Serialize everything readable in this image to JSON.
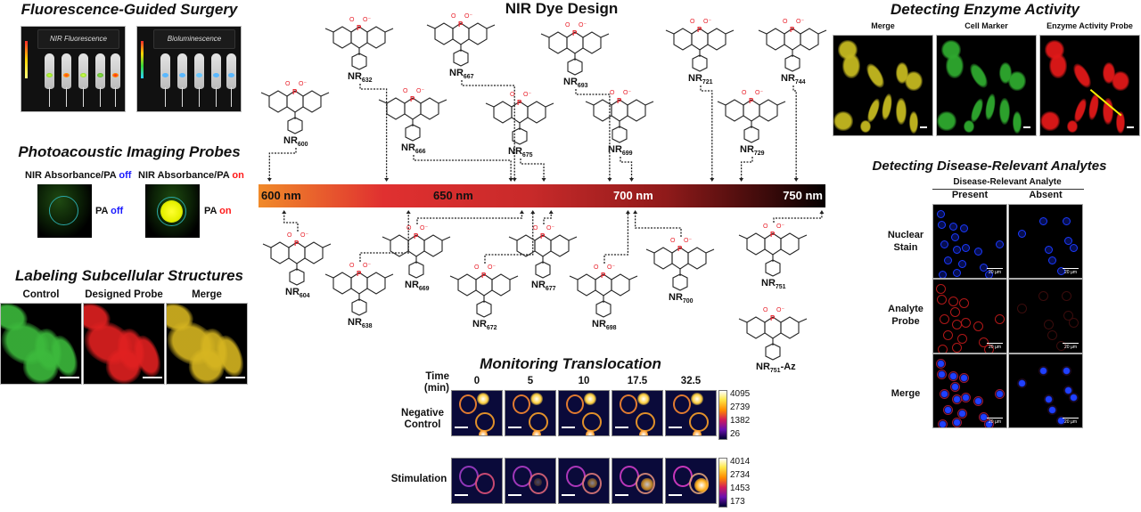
{
  "sections": {
    "surgery": {
      "title": "Fluorescence-Guided Surgery",
      "panels": [
        "NIR Fluorescence",
        "Bioluminescence"
      ]
    },
    "photoacoustic": {
      "title": "Photoacoustic Imaging Probes",
      "off_header_prefix": "NIR Absorbance/PA ",
      "off_header_state": "off",
      "on_header_prefix": "NIR Absorbance/PA ",
      "on_header_state": "on",
      "off_label_prefix": "PA ",
      "off_label_state": "off",
      "on_label_prefix": "PA ",
      "on_label_state": "on"
    },
    "subcellular": {
      "title": "Labeling Subcellular Structures",
      "columns": [
        "Control",
        "Designed Probe",
        "Merge"
      ]
    },
    "dye_design": {
      "title": "NIR Dye Design",
      "wavelength_labels": [
        "600 nm",
        "650 nm",
        "700 nm",
        "750 nm"
      ],
      "spectrum_range_nm": [
        597,
        752
      ],
      "dyes_top": [
        {
          "prefix": "NR",
          "sub": "600",
          "nm": 600
        },
        {
          "prefix": "NR",
          "sub": "632",
          "nm": 632
        },
        {
          "prefix": "NR",
          "sub": "666",
          "nm": 666
        },
        {
          "prefix": "NR",
          "sub": "667",
          "nm": 667
        },
        {
          "prefix": "NR",
          "sub": "675",
          "nm": 675
        },
        {
          "prefix": "NR",
          "sub": "693",
          "nm": 693
        },
        {
          "prefix": "NR",
          "sub": "699",
          "nm": 699
        },
        {
          "prefix": "NR",
          "sub": "721",
          "nm": 721
        },
        {
          "prefix": "NR",
          "sub": "729",
          "nm": 729
        },
        {
          "prefix": "NR",
          "sub": "744",
          "nm": 744
        }
      ],
      "dyes_bottom": [
        {
          "prefix": "NR",
          "sub": "604",
          "nm": 604
        },
        {
          "prefix": "NR",
          "sub": "638",
          "nm": 638
        },
        {
          "prefix": "NR",
          "sub": "669",
          "nm": 669
        },
        {
          "prefix": "NR",
          "sub": "672",
          "nm": 672
        },
        {
          "prefix": "NR",
          "sub": "677",
          "nm": 677
        },
        {
          "prefix": "NR",
          "sub": "698",
          "nm": 698
        },
        {
          "prefix": "NR",
          "sub": "700",
          "nm": 700
        },
        {
          "prefix": "NR",
          "sub": "751",
          "nm": 751
        },
        {
          "prefix": "NR",
          "sub": "751",
          "suffix": "-Az",
          "nm": 751
        }
      ]
    },
    "translocation": {
      "title": "Monitoring Translocation",
      "time_label": "Time\n(min)",
      "time_label_line1": "Time",
      "time_label_line2": "(min)",
      "timepoints": [
        "0",
        "5",
        "10",
        "17.5",
        "32.5"
      ],
      "rows": [
        {
          "label_line1": "Negative",
          "label_line2": "Control",
          "colorbar": [
            "4095",
            "2739",
            "1382",
            "26"
          ]
        },
        {
          "label_line1": "Stimulation",
          "label_line2": "",
          "colorbar": [
            "4014",
            "2734",
            "1453",
            "173"
          ]
        }
      ]
    },
    "enzyme": {
      "title": "Detecting Enzyme Activity",
      "columns": [
        "Merge",
        "Cell Marker",
        "Enzyme Activity Probe"
      ]
    },
    "disease": {
      "title": "Detecting Disease-Relevant Analytes",
      "group_header": "Disease-Relevant Analyte",
      "columns": [
        "Present",
        "Absent"
      ],
      "rows": [
        {
          "line1": "Nuclear",
          "line2": "Stain"
        },
        {
          "line1": "Analyte",
          "line2": "Probe"
        },
        {
          "line1": "Merge",
          "line2": ""
        }
      ],
      "scale_label": "20 µm"
    }
  },
  "colors": {
    "phosphorus_red": "#e8202a",
    "state_off": "#1a1aff",
    "state_on": "#ff1a1a"
  }
}
